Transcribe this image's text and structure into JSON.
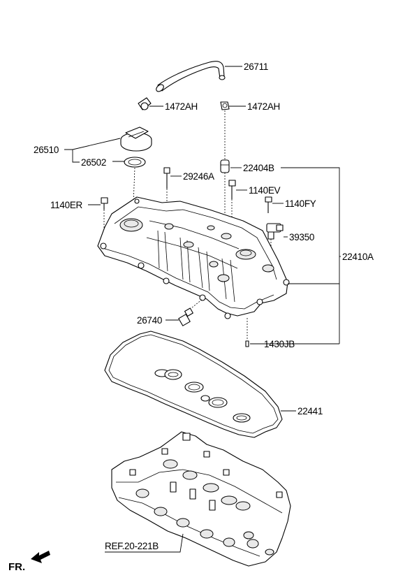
{
  "labels": {
    "hose": "26711",
    "clamp_left": "1472AH",
    "clamp_right": "1472AH",
    "oil_cap": "26510",
    "cap_gasket": "26502",
    "stud_bolt": "29246A",
    "pcv_valve": "22404B",
    "bolt_ev": "1140EV",
    "bolt_er": "1140ER",
    "bolt_fy": "1140FY",
    "cam_sensor": "39350",
    "cover_assy": "22410A",
    "pcv_fitting": "26740",
    "pin": "1430JB",
    "gasket": "22441",
    "ref": "REF.20-221B",
    "front": "FR."
  }
}
